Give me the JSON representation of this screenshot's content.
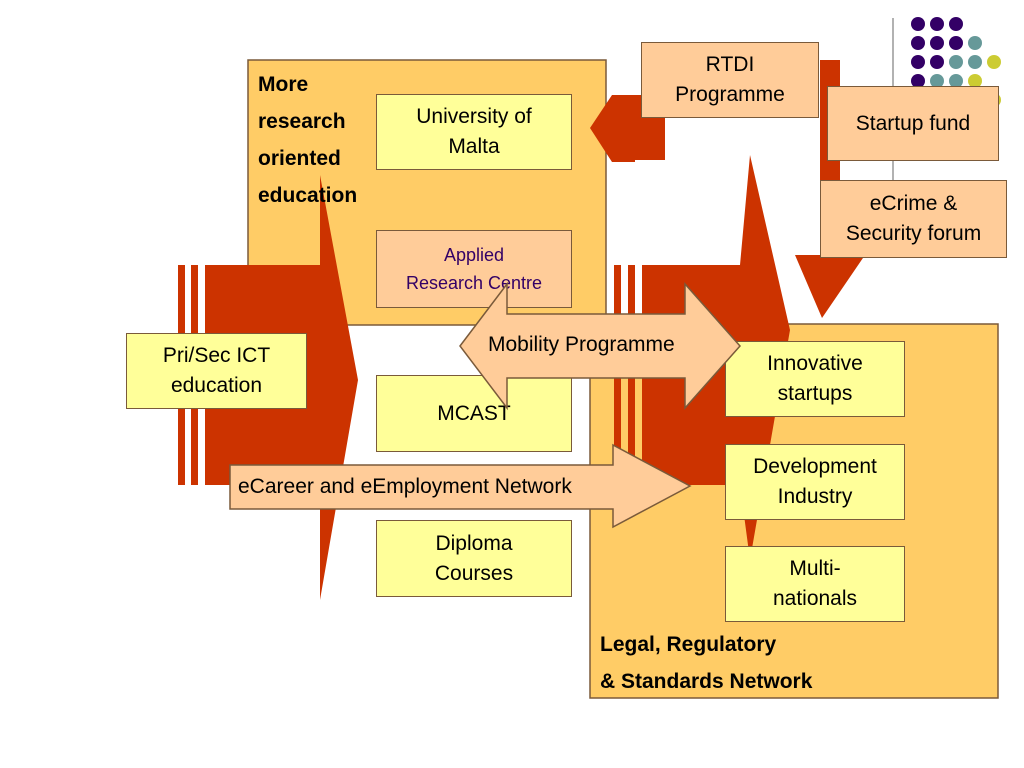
{
  "colors": {
    "panel": "#ffcc66",
    "panel_border": "#7a5a3a",
    "arrow_red": "#cc3300",
    "box_yellow": "#ffff99",
    "box_peach": "#ffcc99",
    "dot_purple": "#330066",
    "dot_teal": "#669999",
    "dot_lime": "#cccc33"
  },
  "panels": {
    "education_title": "More\nresearch\noriented\neducation",
    "legal_title": "Legal,  Regulatory\n & Standards Network"
  },
  "boxes": {
    "university": "University of\nMalta",
    "applied_research": "Applied\nResearch Centre",
    "mcast": "MCAST",
    "diploma": "Diploma\nCourses",
    "prisec": "Pri/Sec ICT\neducation",
    "rtdi": "RTDI\nProgramme",
    "startup_fund": "Startup fund",
    "ecrime": "eCrime &\nSecurity forum",
    "innovative": "Innovative\nstartups",
    "development": "Development\nIndustry",
    "multinationals": "Multi-\nnationals"
  },
  "arrows": {
    "mobility": "Mobility Programme",
    "ecareer": "eCareer and eEmployment Network"
  },
  "decoration": {
    "dots_icon": "dot-grid-decoration"
  }
}
